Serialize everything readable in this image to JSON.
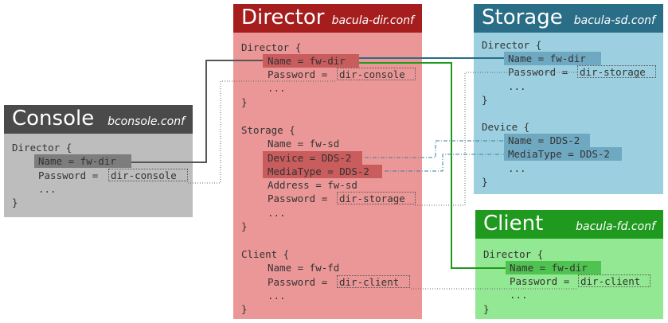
{
  "console": {
    "title": "Console",
    "file": "bconsole.conf",
    "lines": [
      "Director {",
      "Name = fw-dir",
      "Password =",
      "dir-console",
      "...",
      "}"
    ]
  },
  "director": {
    "title": "Director",
    "file": "bacula-dir.conf",
    "lines": [
      "Director {",
      "Name = fw-dir",
      "Password =",
      "dir-console",
      "...",
      "}",
      "Storage {",
      "Name = fw-sd",
      "Device = DDS-2",
      "MediaType = DDS-2",
      "Address = fw-sd",
      "Password =",
      "dir-storage",
      "...",
      "}",
      "Client {",
      "Name = fw-fd",
      "Password =",
      "dir-client",
      "...",
      "}"
    ]
  },
  "storage": {
    "title": "Storage",
    "file": "bacula-sd.conf",
    "lines": [
      "Director {",
      "Name = fw-dir",
      "Password =",
      "dir-storage",
      "...",
      "}",
      "Device {",
      "Name = DDS-2",
      "MediaType = DDS-2",
      "...",
      "}"
    ]
  },
  "client": {
    "title": "Client",
    "file": "bacula-fd.conf",
    "lines": [
      "Director {",
      "Name = fw-dir",
      "Password =",
      "dir-client",
      "...",
      "}"
    ]
  },
  "colors": {
    "console_header": "#4a4a4a",
    "director_header": "#a51d1d",
    "storage_header": "#2a6d86",
    "client_header": "#1f9a1f"
  }
}
